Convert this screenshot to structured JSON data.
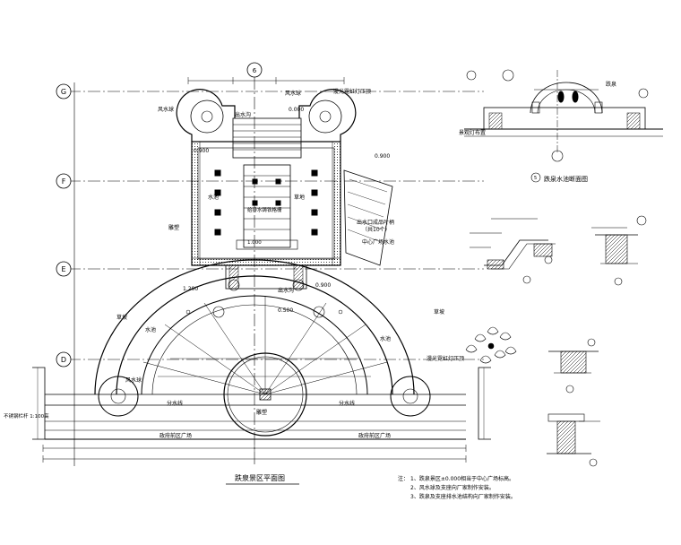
{
  "grid_axes": [
    "G",
    "F",
    "E",
    "D"
  ],
  "top_axis": "6",
  "main_plan": {
    "title": "跌泉景区平面图",
    "labels": {
      "wind_ball_left": "风水球",
      "wind_ball_top": "风水球",
      "wind_ball_bottom_left": "风水球",
      "lamp_top": "漫光霓虹灯压顶",
      "lamp_right": "漫光霓虹灯压顶",
      "outlet_top": "出水沟",
      "outlet_bottom": "出水沟",
      "water_pool": "水池",
      "flower_bed": "草地",
      "mural": "雕塑",
      "grille": "给排水铸铁格栅",
      "holes": "出水口成品叶柄",
      "holes_sub": "（共10个）",
      "center_pool": "中心广场水池",
      "road_left": "草坡",
      "road_right": "草坡",
      "water_channel_left": "水池",
      "water_channel_right": "水池",
      "dist_left": "分水线",
      "dist_right": "分水线",
      "plaza_left": "政府前区广场",
      "plaza_right": "政府前区广场",
      "center_label": "雕塑",
      "railing": "不锈钢栏杆 1:100高"
    },
    "elevations": [
      "0.000",
      "0.900",
      "0.900",
      "1.000",
      "1.200",
      "0.500",
      "0.900"
    ]
  },
  "section": {
    "title": "跌泉水池断面图",
    "marker": "5",
    "labels": {
      "top": "跌泉",
      "left": "景观灯布置"
    }
  },
  "notes": {
    "prefix": "注：",
    "lines": [
      "1、跌泉景区±0.000相当于中心广场标高。",
      "2、风水球及支座向厂家制作安装。",
      "3、跌泉及支座排水池结构向厂家制作安装。"
    ]
  },
  "colors": {
    "line": "#000000",
    "background": "#ffffff"
  }
}
